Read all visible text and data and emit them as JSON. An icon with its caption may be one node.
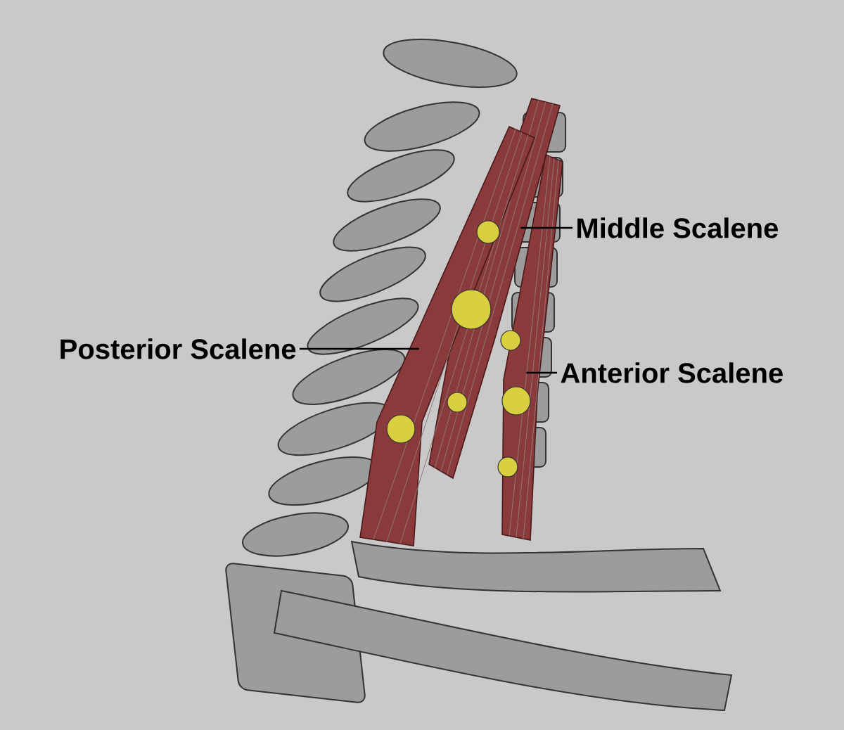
{
  "diagram": {
    "nodes": [
      {
        "text": [
          "Middle Scalene"
        ]
      },
      {
        "text": [],
        "shape": "picture"
      },
      {
        "text": [
          "Posterior Scalene"
        ]
      },
      {
        "text": [],
        "shape": "picture"
      },
      {
        "text": [
          "Anterior Scalene"
        ]
      },
      {
        "text": [],
        "shape": "picture"
      }
    ],
    "edges": [
      {
        "from": 0,
        "to": 1,
        "arrow": "none"
      },
      {
        "from": 2,
        "to": 3,
        "arrow": "none"
      },
      {
        "from": 4,
        "to": 5,
        "arrow": "none"
      }
    ]
  }
}
